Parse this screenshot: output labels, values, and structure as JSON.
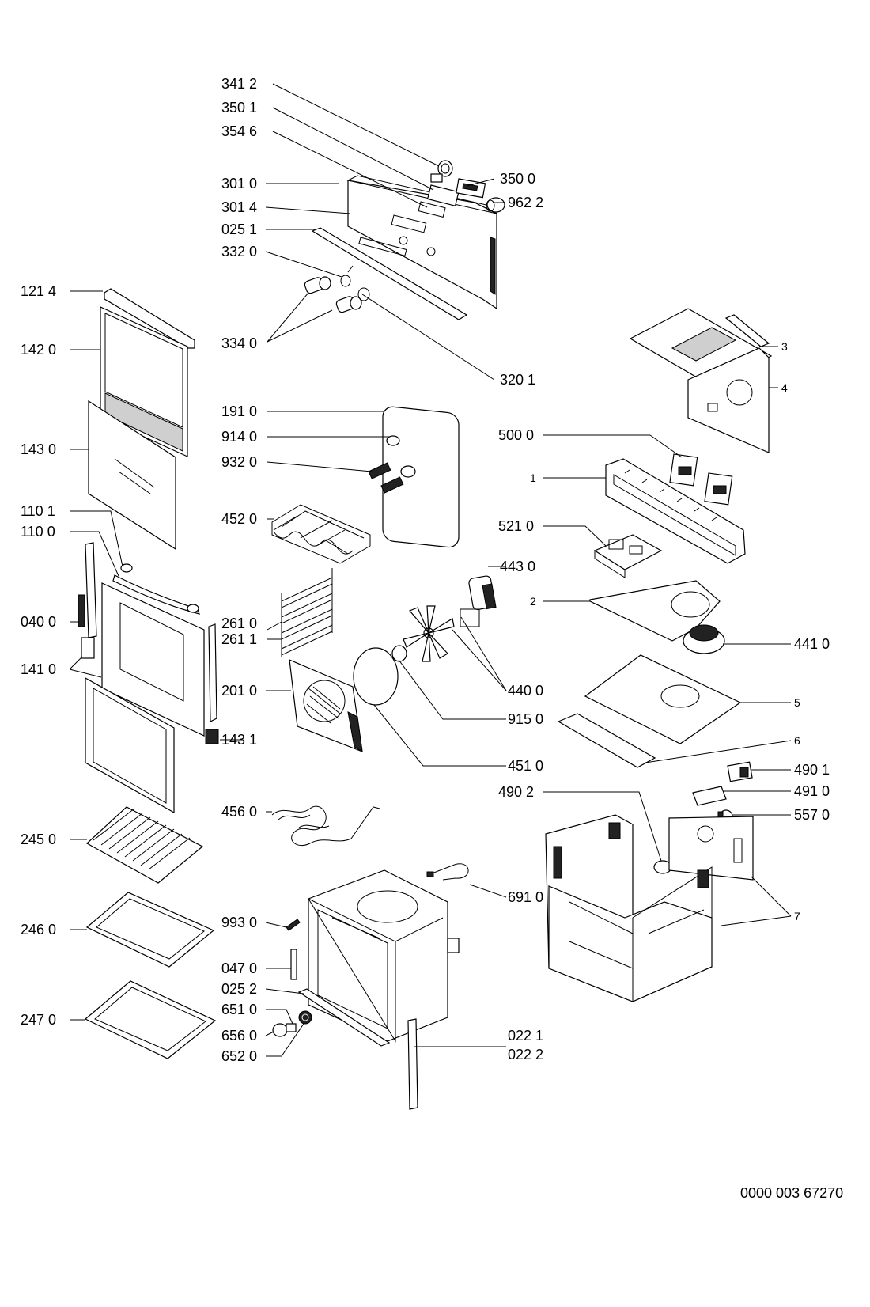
{
  "diagram": {
    "drawing_number": "0000 003 67270",
    "labels": {
      "p3412": "341 2",
      "p3501": "350 1",
      "p3546": "354 6",
      "p3500": "350 0",
      "p9622": "962 2",
      "p3010": "301 0",
      "p3014": "301 4",
      "p0251": "025 1",
      "p3320": "332 0",
      "p1214": "121 4",
      "p3340": "334 0",
      "p1420": "142 0",
      "p3201": "320 1",
      "p1910": "191 0",
      "p9140": "914 0",
      "p9320": "932 0",
      "p1430": "143 0",
      "p1101": "110 1",
      "p4520": "452 0",
      "p1100": "110 0",
      "p0400": "040 0",
      "p2610": "261 0",
      "p2611": "261 1",
      "p1410": "141 0",
      "p2010": "201 0",
      "p1431": "143 1",
      "p4430": "443 0",
      "p4400": "440 0",
      "p9150": "915 0",
      "p4510": "451 0",
      "p4560": "456 0",
      "p2450": "245 0",
      "p2460": "246 0",
      "p2470": "247 0",
      "p9930": "993 0",
      "p0470": "047 0",
      "p0252": "025 2",
      "p6510": "651 0",
      "p6560": "656 0",
      "p6520": "652 0",
      "p6910": "691 0",
      "p0221": "022 1",
      "p0222": "022 2",
      "p5000": "500 0",
      "p5210": "521 0",
      "p4410": "441 0",
      "p4901": "490 1",
      "p4902": "490 2",
      "p4910": "491 0",
      "p5570": "557 0",
      "n1": "1",
      "n2": "2",
      "n3": "3",
      "n4": "4",
      "n5": "5",
      "n6": "6",
      "n7": "7"
    }
  }
}
